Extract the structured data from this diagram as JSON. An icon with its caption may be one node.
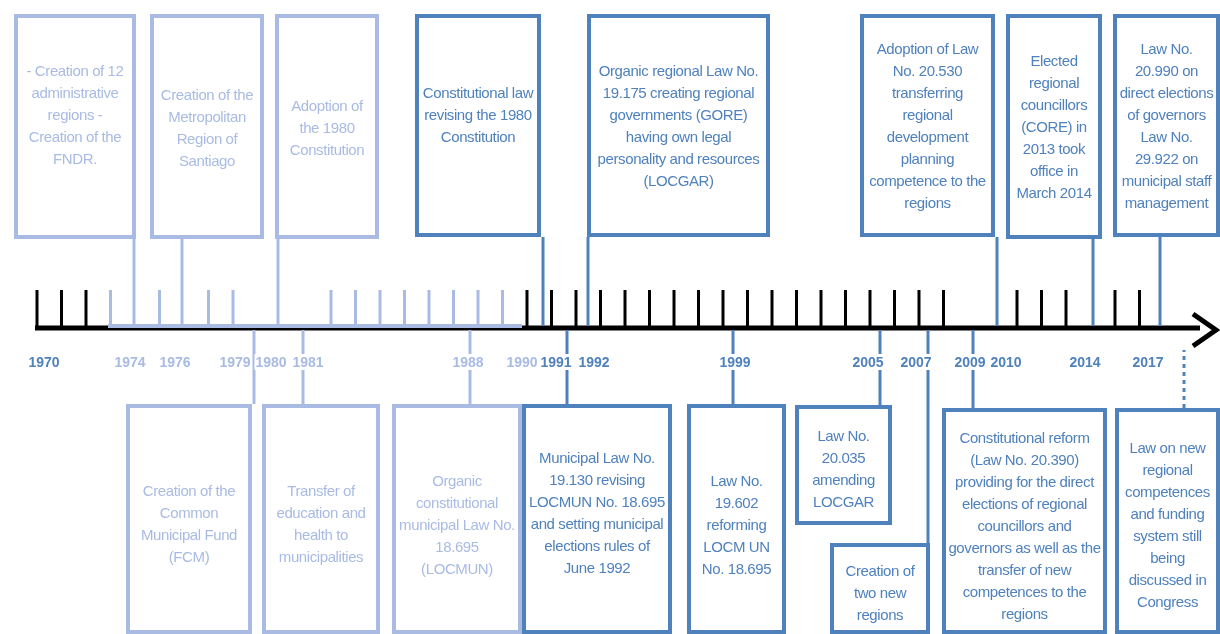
{
  "diagram": {
    "nodes": [
      {
        "text": [
          "- Creation of 12 administrative regions - Creation of the FNDR."
        ]
      },
      {
        "text": [
          "Creation of the Metropolitan Region of Santiago"
        ]
      },
      {
        "text": [
          "Adoption of the 1980 Constitution"
        ]
      },
      {
        "text": [
          "Constitutional law revising the 1980 Constitution"
        ]
      },
      {
        "text": [
          "Organic regional Law No. 19.175 creating regional governments (GORE) having own legal personality and resources (LOCGAR)"
        ]
      },
      {
        "text": [
          "Adoption of Law No. 20.530 transferring regional development planning competence to the regions"
        ]
      },
      {
        "text": [
          "Elected regional councillors (CORE) in 2013 took office in March 2014"
        ]
      },
      {
        "text": [
          "Law No. 20.990 on direct elections of governors Law No. 29.922 on municipal staff management"
        ]
      },
      {
        "text": [
          "Creation of the Common Municipal Fund (FCM)"
        ]
      },
      {
        "text": [
          "Transfer of education and health to municipalities"
        ]
      },
      {
        "text": [
          "Organic constitutional municipal Law No. 18.695 (LOCMUN)"
        ]
      },
      {
        "text": [
          "Municipal Law No. 19.130 revising LOCMUN No. 18.695 and setting municipal elections rules of June 1992"
        ]
      },
      {
        "text": [
          "Law No. 19.602 reforming LOCM UN No. 18.695"
        ]
      },
      {
        "text": [
          "Law No. 20.035 amending LOCGAR"
        ]
      },
      {
        "text": [
          "Creation of two new regions"
        ]
      },
      {
        "text": [
          "Constitutional reform (Law No. 20.390) providing for the direct elections of regional councillors and governors as well as the transfer of new competences to the regions"
        ]
      },
      {
        "text": [
          "Law on new regional competences and funding system still being discussed in Congress"
        ]
      }
    ],
    "edges": [
      {
        "from": 0,
        "to": null,
        "arrow": "none",
        "color": "#a9bbe3"
      },
      {
        "from": 1,
        "to": null,
        "arrow": "none",
        "color": "#a9bbe3"
      },
      {
        "from": 2,
        "to": null,
        "arrow": "none",
        "color": "#a9bbe3"
      },
      {
        "from": 3,
        "to": null,
        "arrow": "none"
      },
      {
        "from": 4,
        "to": null,
        "arrow": "none"
      },
      {
        "from": 5,
        "to": null,
        "arrow": "none"
      },
      {
        "from": 6,
        "to": null,
        "arrow": "none"
      },
      {
        "from": 7,
        "to": null,
        "arrow": "none"
      },
      {
        "from": 8,
        "to": null,
        "arrow": "none",
        "color": "#a9bbe3"
      },
      {
        "from": 9,
        "to": null,
        "arrow": "none",
        "color": "#a9bbe3"
      },
      {
        "from": 10,
        "to": null,
        "arrow": "none",
        "color": "#a9bbe3"
      },
      {
        "from": 11,
        "to": null,
        "arrow": "none"
      },
      {
        "from": 12,
        "to": null,
        "arrow": "none"
      },
      {
        "from": 13,
        "to": null,
        "arrow": "none"
      },
      {
        "from": 14,
        "to": null,
        "arrow": "none"
      },
      {
        "from": 15,
        "to": null,
        "arrow": "none"
      },
      {
        "from": 16,
        "to": null,
        "arrow": "none",
        "style": "dashed"
      }
    ],
    "labels": [
      "1970",
      "1974",
      "1976",
      "1979",
      "1980",
      "1981",
      "1988",
      "1990",
      "1991",
      "1992",
      "1999",
      "2005",
      "2007",
      "2009",
      "2010",
      "2014",
      "2017"
    ]
  }
}
